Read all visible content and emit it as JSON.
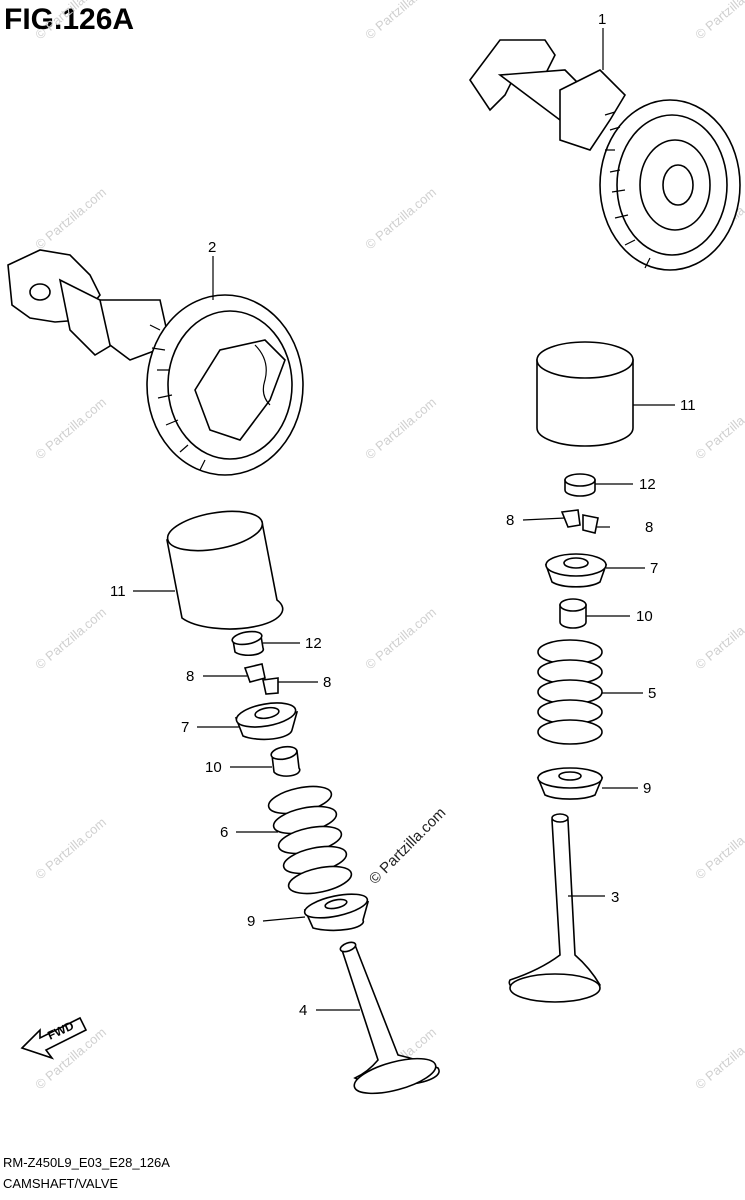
{
  "figure": {
    "title": "FIG.126A",
    "code": "RM-Z450L9_E03_E28_126A",
    "section": "CAMSHAFT/VALVE"
  },
  "watermark": {
    "repeated": "© Partzilla.com",
    "center": "© Partzilla.com"
  },
  "fwd_label": "FWD",
  "callouts": [
    {
      "id": "c1",
      "label": "1"
    },
    {
      "id": "c2",
      "label": "2"
    },
    {
      "id": "c11r",
      "label": "11"
    },
    {
      "id": "c12r",
      "label": "12"
    },
    {
      "id": "c8rl",
      "label": "8"
    },
    {
      "id": "c8rr",
      "label": "8"
    },
    {
      "id": "c7r",
      "label": "7"
    },
    {
      "id": "c10r",
      "label": "10"
    },
    {
      "id": "c5",
      "label": "5"
    },
    {
      "id": "c9r",
      "label": "9"
    },
    {
      "id": "c3",
      "label": "3"
    },
    {
      "id": "c11l",
      "label": "11"
    },
    {
      "id": "c12l",
      "label": "12"
    },
    {
      "id": "c8ll",
      "label": "8"
    },
    {
      "id": "c8lr",
      "label": "8"
    },
    {
      "id": "c7l",
      "label": "7"
    },
    {
      "id": "c10l",
      "label": "10"
    },
    {
      "id": "c6",
      "label": "6"
    },
    {
      "id": "c9l",
      "label": "9"
    },
    {
      "id": "c4",
      "label": "4"
    }
  ]
}
